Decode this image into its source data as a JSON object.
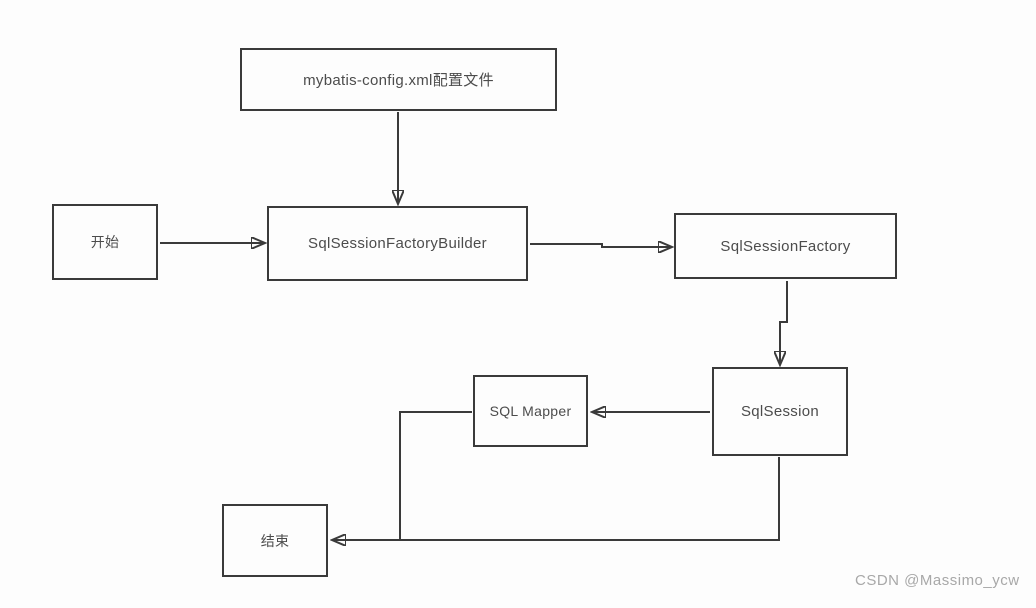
{
  "diagram": {
    "type": "flowchart",
    "subject": "MyBatis core workflow",
    "nodes": {
      "config": {
        "label": "mybatis-config.xml配置文件"
      },
      "start": {
        "label": "开始"
      },
      "builder": {
        "label": "SqlSessionFactoryBuilder"
      },
      "factory": {
        "label": "SqlSessionFactory"
      },
      "session": {
        "label": "SqlSession"
      },
      "mapper": {
        "label": "SQL Mapper"
      },
      "end": {
        "label": "结束"
      }
    },
    "edges": [
      {
        "from": "config",
        "to": "builder",
        "arrow": true
      },
      {
        "from": "start",
        "to": "builder",
        "arrow": true
      },
      {
        "from": "builder",
        "to": "factory",
        "arrow": true
      },
      {
        "from": "factory",
        "to": "session",
        "arrow": true
      },
      {
        "from": "session",
        "to": "mapper",
        "arrow": true
      },
      {
        "from": "mapper",
        "to": "end",
        "arrow": true
      },
      {
        "from": "session",
        "to": "end",
        "arrow": true
      }
    ],
    "colors": {
      "line": "#3a3a3a",
      "box_border": "#3a3a3a",
      "box_fill": "#fdfdfd",
      "text": "#4c4c4c",
      "background": "#fdfdfd",
      "watermark": "#a8a8a8"
    }
  },
  "watermark": {
    "text": "CSDN @Massimo_ycw"
  }
}
